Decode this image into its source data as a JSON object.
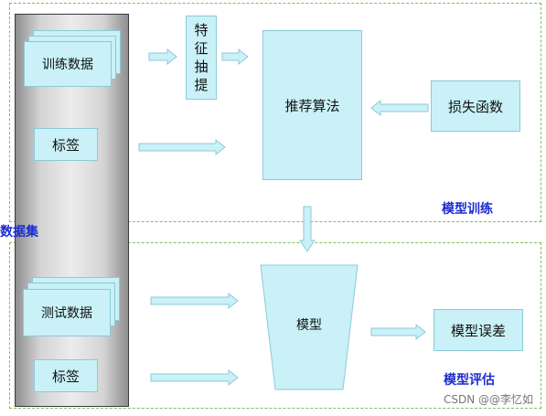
{
  "dataset_label": "数据集",
  "training": {
    "region_label": "模型训练",
    "train_data": "训练数据",
    "label_top": "标签",
    "feature": "特征抽提",
    "algorithm": "推荐算法",
    "loss": "损失函数"
  },
  "evaluation": {
    "region_label": "模型评估",
    "test_data": "测试数据",
    "label_bottom": "标签",
    "model": "模型",
    "model_error": "模型误差"
  },
  "watermark": "CSDN @@李忆如",
  "colors": {
    "box_fill": "#c9f1f7",
    "box_border": "#8dc9d8",
    "region_border": "#7fbf5a",
    "label_blue": "#1c2bd0"
  }
}
